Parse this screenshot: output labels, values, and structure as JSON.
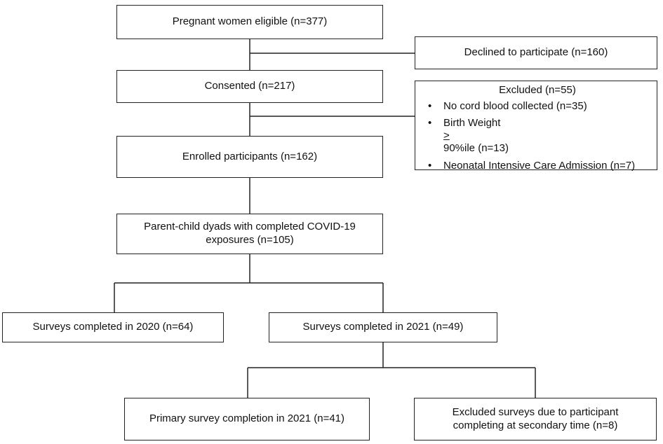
{
  "boxes": {
    "eligible": "Pregnant women  eligible (n=377)",
    "declined": "Declined to participate (n=160)",
    "consented": "Consented (n=217)",
    "excluded": {
      "title": "Excluded (n=55)",
      "items": [
        "No cord blood collected (n=35)",
        "Neonatal Intensive Care Admission (n=7)"
      ],
      "birth_weight": {
        "prefix": "Birth Weight ",
        "symbol": ">",
        "suffix": "90%ile (n=13)"
      }
    },
    "enrolled": "Enrolled participants (n=162)",
    "dyads": "Parent-child dyads with completed COVID-19 exposures (n=105)",
    "surveys_2020": "Surveys completed in 2020 (n=64)",
    "surveys_2021": "Surveys completed in 2021 (n=49)",
    "primary_2021": "Primary survey completion in 2021 (n=41)",
    "excluded_surveys": "Excluded surveys due to participant completing at secondary time (n=8)"
  }
}
